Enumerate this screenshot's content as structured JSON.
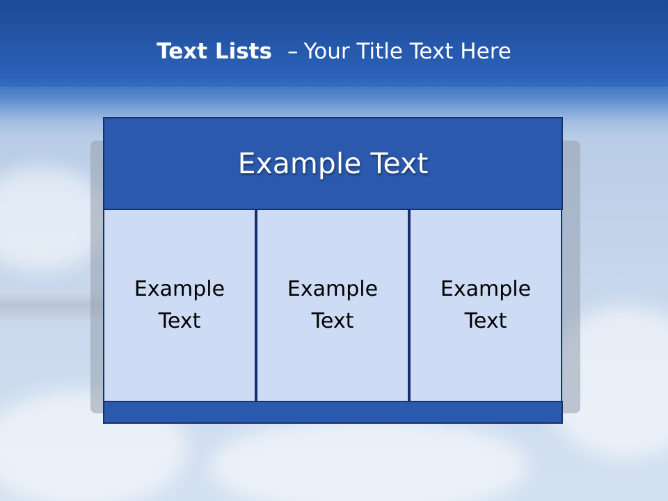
{
  "slide": {
    "title_strong": "Text Lists",
    "title_separator": "–",
    "title_rest": "Your Title Text Here"
  },
  "board": {
    "header": "Example Text",
    "cells": [
      "Example Text",
      "Example Text",
      "Example Text"
    ]
  },
  "colors": {
    "header_blue": "#2a59ad",
    "border_navy": "#16306b",
    "cell_fill": "#cddcf4"
  }
}
